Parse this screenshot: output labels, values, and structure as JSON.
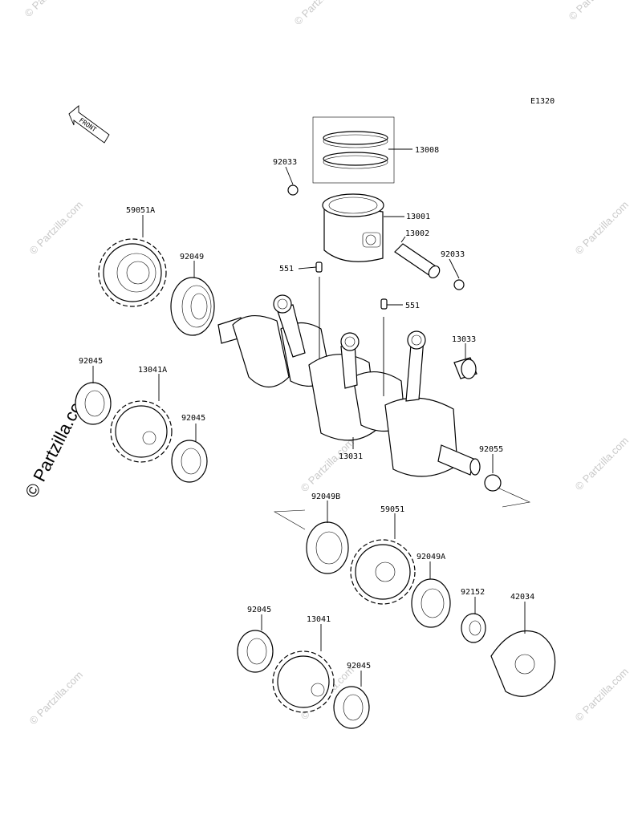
{
  "diagram_code": "E1320",
  "front_arrow_label": "FRONT",
  "watermark_text": "© Partzilla.com",
  "side_watermark_text": "© Partzilla.com",
  "colors": {
    "ink": "#000000",
    "watermark": "#c9c9c9",
    "background": "#ffffff"
  },
  "parts": [
    "13008",
    "92033",
    "13001",
    "13002",
    "92033",
    "551",
    "551",
    "59051A",
    "92049",
    "13033",
    "92045",
    "13041A",
    "92045",
    "13031",
    "92055",
    "92049B",
    "59051",
    "92049A",
    "92152",
    "42034",
    "92045",
    "13041",
    "92045"
  ]
}
